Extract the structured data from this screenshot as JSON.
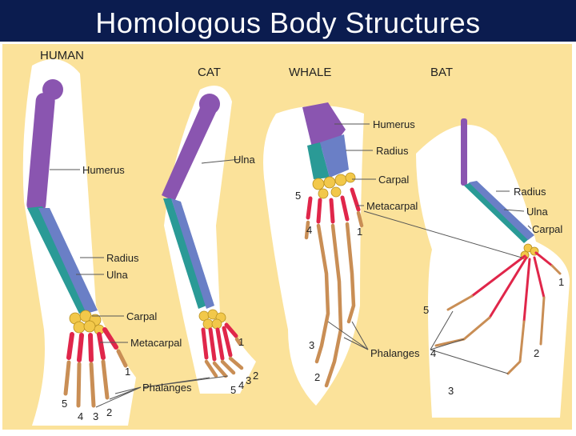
{
  "slide": {
    "title": "Homologous Body Structures"
  },
  "colors": {
    "humerus": "#8a55b0",
    "radius_ulna": "#6a7fc6",
    "teal": "#2a9a96",
    "carpal": "#f2c84a",
    "metacarpal": "#e0264a",
    "phalanges": "#c98e55",
    "background": "#fbe29a"
  },
  "figure": {
    "animals": {
      "human": "HUMAN",
      "cat": "CAT",
      "whale": "WHALE",
      "bat": "BAT"
    },
    "human": {
      "humerus": "Humerus",
      "radius": "Radius",
      "ulna": "Ulna",
      "carpal": "Carpal",
      "metacarpal": "Metacarpal",
      "phalanges": "Phalanges"
    },
    "cat": {
      "ulna": "Ulna"
    },
    "whale": {
      "humerus": "Humerus",
      "radius": "Radius",
      "carpal": "Carpal",
      "metacarpal": "Metacarpal",
      "phalanges": "Phalanges"
    },
    "bat": {
      "radius": "Radius",
      "ulna": "Ulna",
      "carpal": "Carpal"
    },
    "digits": {
      "human": [
        "1",
        "2",
        "3",
        "4",
        "5"
      ],
      "cat": [
        "1",
        "2",
        "3",
        "4",
        "5"
      ],
      "whale": [
        "5",
        "4",
        "1",
        "3",
        "2"
      ],
      "bat": [
        "1",
        "5",
        "4",
        "2",
        "3"
      ]
    }
  }
}
